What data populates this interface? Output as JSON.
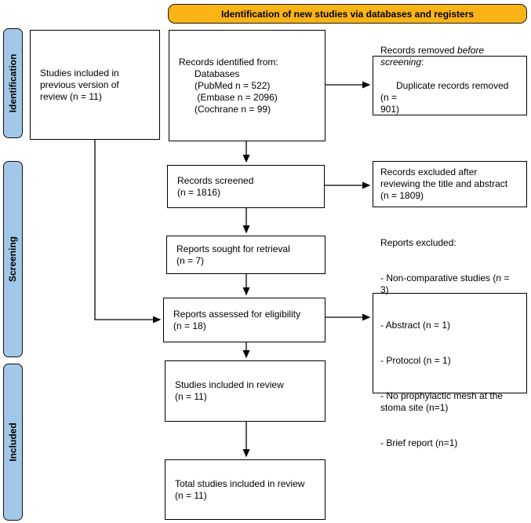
{
  "banner": {
    "title": "Identification of new studies via databases and registers",
    "bg_color": "#FBB415"
  },
  "stages": {
    "identification": "Identification",
    "screening": "Screening",
    "included": "Included",
    "bg_color": "#A3C7E8"
  },
  "boxes": {
    "previous_review": "Studies included in\nprevious version of\nreview (n = 11)",
    "records_identified": "Records identified from:\n      Databases\n      (PubMed n = 522)\n       (Embase n = 2096)\n      (Cochrane n = 99)",
    "records_removed": {
      "pre": "Records removed ",
      "italic": "before screening",
      "post": ":",
      "line2": "Duplicate records removed  (n =\n901)"
    },
    "records_screened": "Records screened\n(n = 1816)",
    "records_excluded_title_abstract": "Records excluded after\nreviewing the title and abstract\n(n = 1809)",
    "reports_sought": "Reports sought for retrieval\n(n = 7)",
    "reports_assessed": "Reports assessed for eligibility\n(n = 18)",
    "reports_excluded": {
      "title": "Reports excluded:",
      "items": [
        "- Non-comparative studies (n =\n3)",
        "- Abstract (n = 1)",
        "- Protocol (n = 1)",
        "- No prophylactic mesh at the\nstoma site (n=1)",
        "- Brief report (n=1)"
      ]
    },
    "studies_included": "Studies included in review\n(n = 11)",
    "total_included": "Total studies included in review\n(n = 11)"
  }
}
